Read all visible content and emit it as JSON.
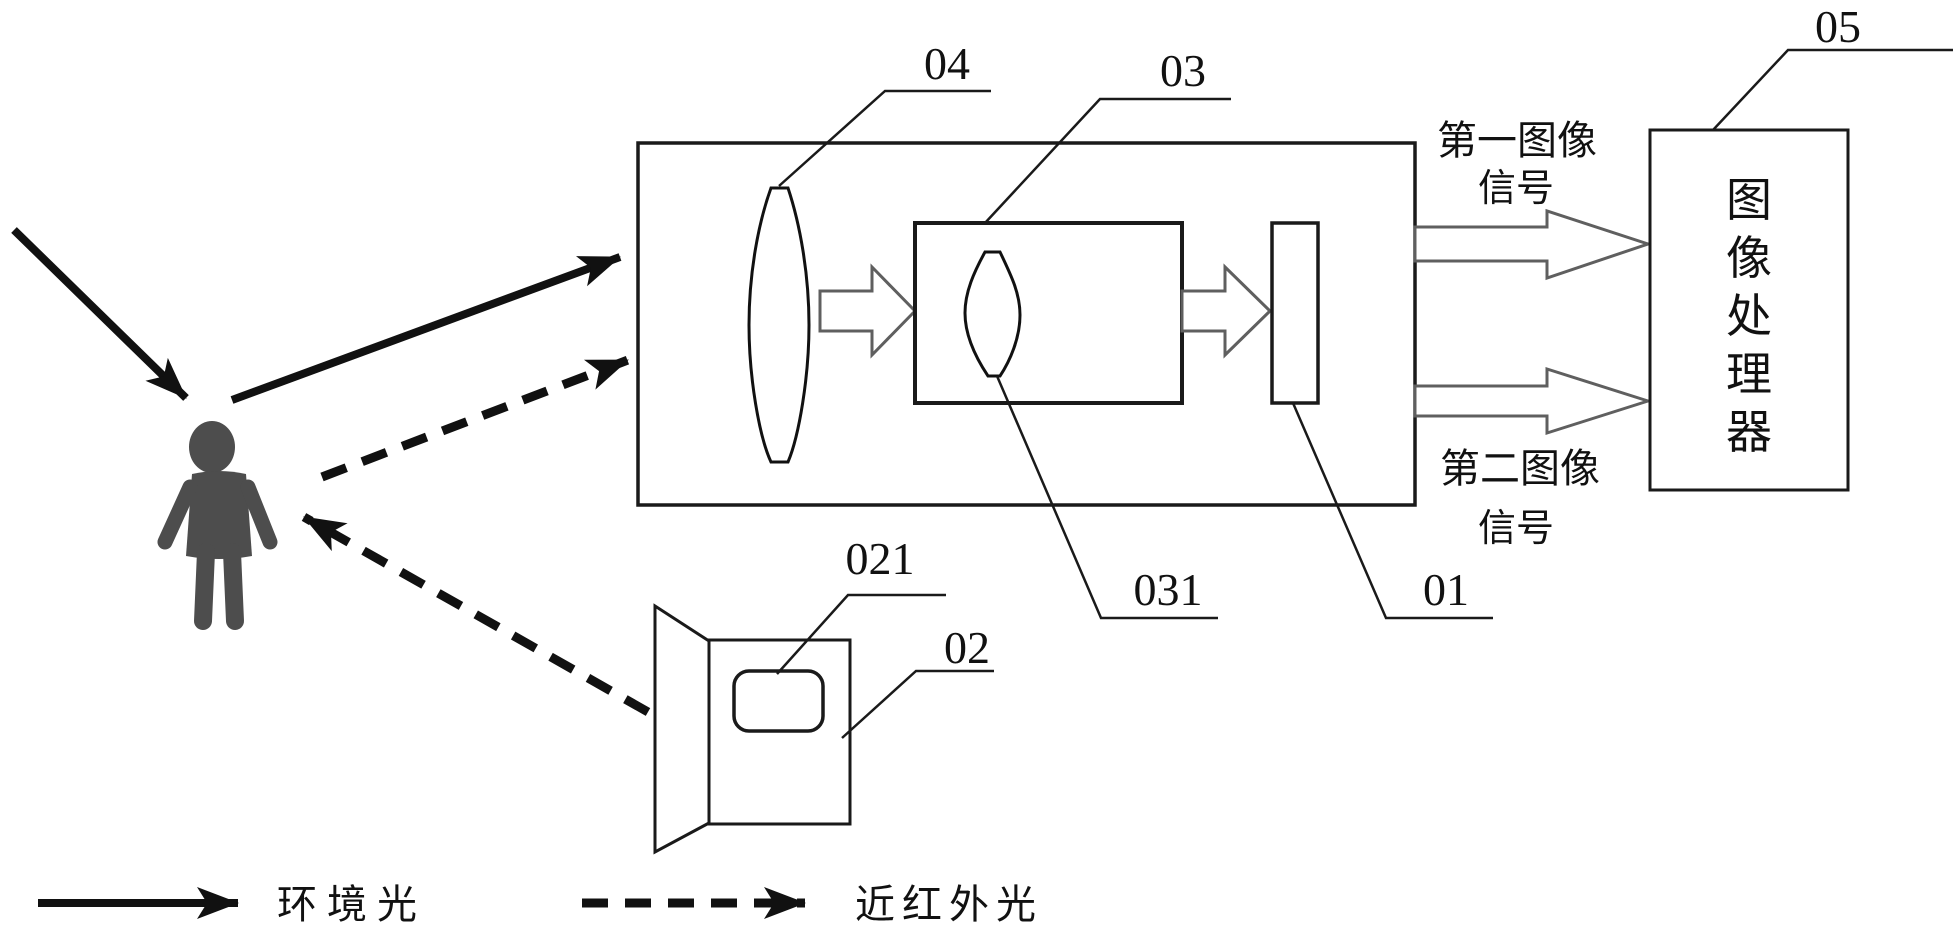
{
  "figure": {
    "parts": {
      "sensor": {
        "label": "01"
      },
      "emitter": {
        "label": "02"
      },
      "emitter_elem": {
        "label": "021"
      },
      "filter_box": {
        "label": "03"
      },
      "filter_elem": {
        "label": "031"
      },
      "lens": {
        "label": "04"
      },
      "processor": {
        "label": "05"
      }
    },
    "processor": {
      "name": "图像处理器",
      "chars": [
        "图",
        "像",
        "处",
        "理",
        "器"
      ]
    },
    "signal1": {
      "line1": "第一图像",
      "line2": "信号"
    },
    "signal2": {
      "line1": "第二图像",
      "line2": "信号"
    },
    "legend": {
      "ambient": "环境光",
      "nir": "近红外光"
    },
    "colors": {
      "line": "#1a1a1a",
      "person": "#4d4d4d",
      "block_arrow_outline": "#5f5f5f"
    }
  }
}
